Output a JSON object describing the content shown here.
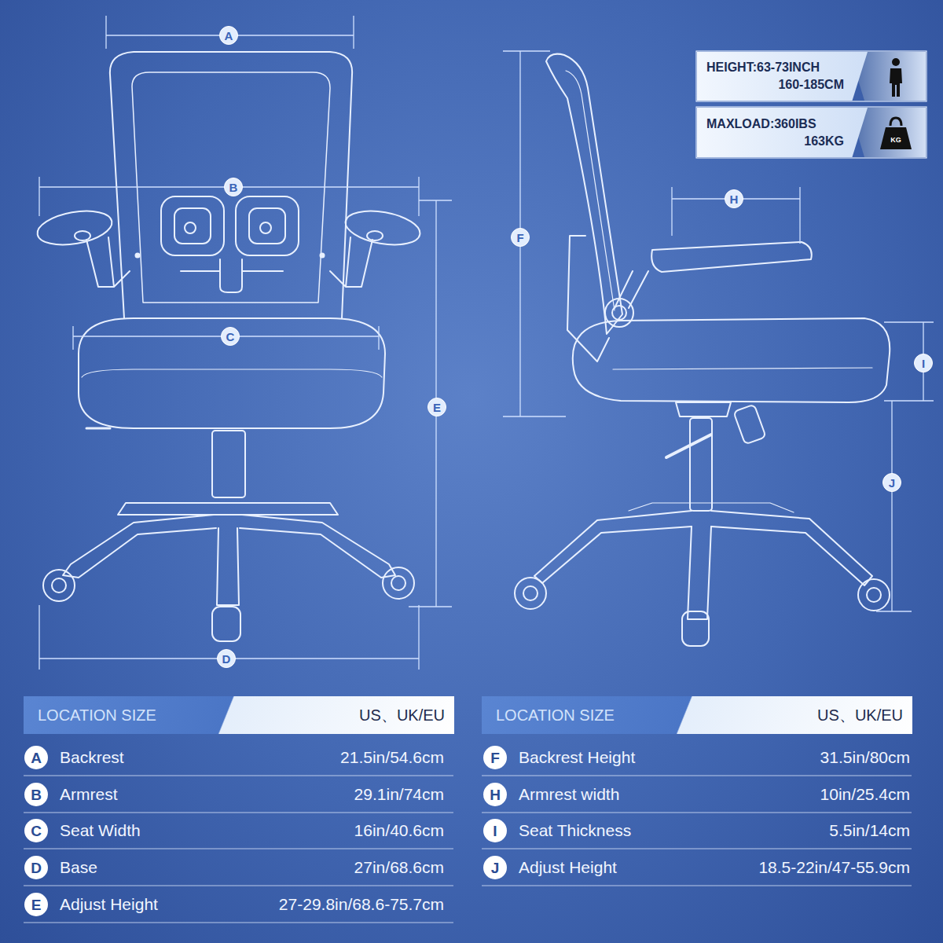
{
  "diagram": {
    "nodes": [
      {
        "text": [
          "A"
        ]
      },
      {
        "text": [
          "B"
        ]
      },
      {
        "text": [
          "C"
        ]
      },
      {
        "text": [
          "D"
        ]
      },
      {
        "text": [
          "E"
        ]
      },
      {
        "text": [
          "F"
        ]
      },
      {
        "text": [
          "H"
        ]
      },
      {
        "text": [
          "I"
        ]
      },
      {
        "text": [
          "J"
        ]
      },
      {
        "text": [
          "HEIGHT:63-73INCH",
          "160-185CM"
        ]
      },
      {
        "text": [
          "MAXLOAD:360IBS",
          "163KG"
        ]
      },
      {
        "text": [
          "LOCATION SIZE",
          "US、UK/EU"
        ]
      },
      {
        "text": [
          "LOCATION SIZE",
          "US、UK/EU"
        ]
      },
      {
        "text": [
          "A"
        ]
      },
      {
        "text": [
          "B"
        ]
      },
      {
        "text": [
          "C"
        ]
      },
      {
        "text": [
          "D"
        ]
      },
      {
        "text": [
          "E"
        ]
      },
      {
        "text": [
          "F"
        ]
      },
      {
        "text": [
          "H"
        ]
      },
      {
        "text": [
          "I"
        ]
      },
      {
        "text": [
          "J"
        ]
      }
    ],
    "labels": [
      "KG",
      "Backrest",
      "21.5in/54.6cm",
      "Armrest",
      "29.1in/74cm",
      "Seat Width",
      "16in/40.6cm",
      "Base",
      "27in/68.6cm",
      "Adjust Height",
      "27-29.8in/68.6-75.7cm",
      "Backrest Height",
      "31.5in/80cm",
      "Armrest width",
      "10in/25.4cm",
      "Seat Thickness",
      "5.5in/14cm",
      "Adjust Height",
      "18.5-22in/47-55.9cm"
    ]
  }
}
